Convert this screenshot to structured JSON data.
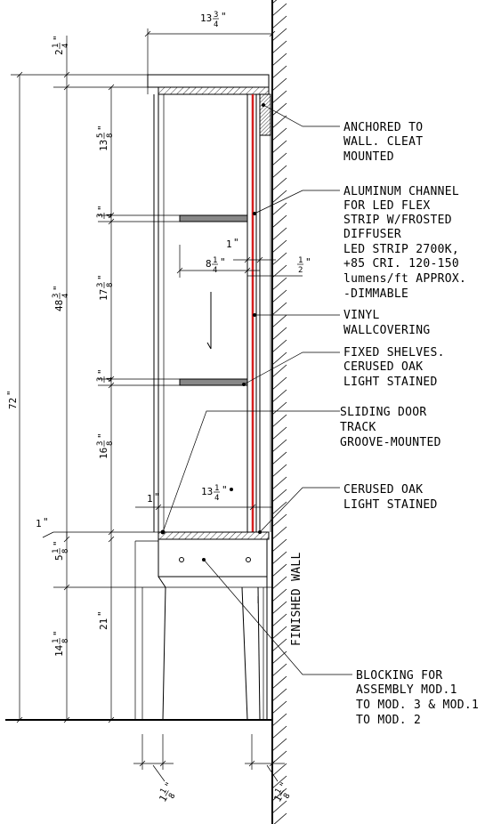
{
  "notes": {
    "anchored": [
      "ANCHORED TO",
      "WALL. CLEAT",
      "MOUNTED"
    ],
    "aluminum": [
      "ALUMINUM CHANNEL",
      "FOR LED FLEX",
      "STRIP W/FROSTED",
      "DIFFUSER",
      "LED STRIP 2700K,",
      "+85 CRI. 120-150",
      "lumens/ft APPROX.",
      "-DIMMABLE"
    ],
    "vinyl": [
      "VINYL",
      "WALLCOVERING"
    ],
    "shelves": [
      "FIXED SHELVES.",
      "CERUSED OAK",
      "LIGHT STAINED"
    ],
    "track": [
      "SLIDING DOOR",
      "TRACK",
      "GROOVE-MOUNTED"
    ],
    "cerused": [
      "CERUSED OAK",
      "LIGHT STAINED"
    ],
    "blocking": [
      "BLOCKING FOR",
      "ASSEMBLY MOD.1",
      "TO MOD. 3 & MOD.1",
      "TO MOD. 2"
    ],
    "finished_wall": "FINISHED WALL"
  },
  "dims": {
    "top_width": {
      "w": "13",
      "n": "3",
      "d": "4"
    },
    "overall": {
      "w": "72",
      "n": "",
      "d": ""
    },
    "upper": {
      "w": "48",
      "n": "3",
      "d": "4"
    },
    "top_reveal": {
      "w": "2",
      "n": "1",
      "d": "4"
    },
    "seg1": {
      "w": "13",
      "n": "5",
      "d": "8"
    },
    "seg2": {
      "w": "",
      "n": "3",
      "d": "4"
    },
    "seg3": {
      "w": "17",
      "n": "3",
      "d": "8"
    },
    "seg4": {
      "w": "",
      "n": "3",
      "d": "4"
    },
    "seg5": {
      "w": "16",
      "n": "3",
      "d": "8"
    },
    "base_top": {
      "w": "1",
      "n": "",
      "d": ""
    },
    "base_seg": {
      "w": "5",
      "n": "1",
      "d": "8"
    },
    "plinth": {
      "w": "14",
      "n": "1",
      "d": "8"
    },
    "height21": {
      "w": "21",
      "n": "",
      "d": ""
    },
    "shelf_depth": {
      "w": "8",
      "n": "1",
      "d": "4"
    },
    "shelf_offset": {
      "w": "1",
      "n": "",
      "d": ""
    },
    "channel": {
      "w": "",
      "n": "1",
      "d": "2"
    },
    "inner_depth": {
      "w": "13",
      "n": "1",
      "d": "4"
    },
    "door_offset": {
      "w": "1",
      "n": "",
      "d": ""
    },
    "leg_left": {
      "w": "1",
      "n": "1",
      "d": "8"
    },
    "leg_right": {
      "w": "1",
      "n": "1",
      "d": "8"
    }
  }
}
